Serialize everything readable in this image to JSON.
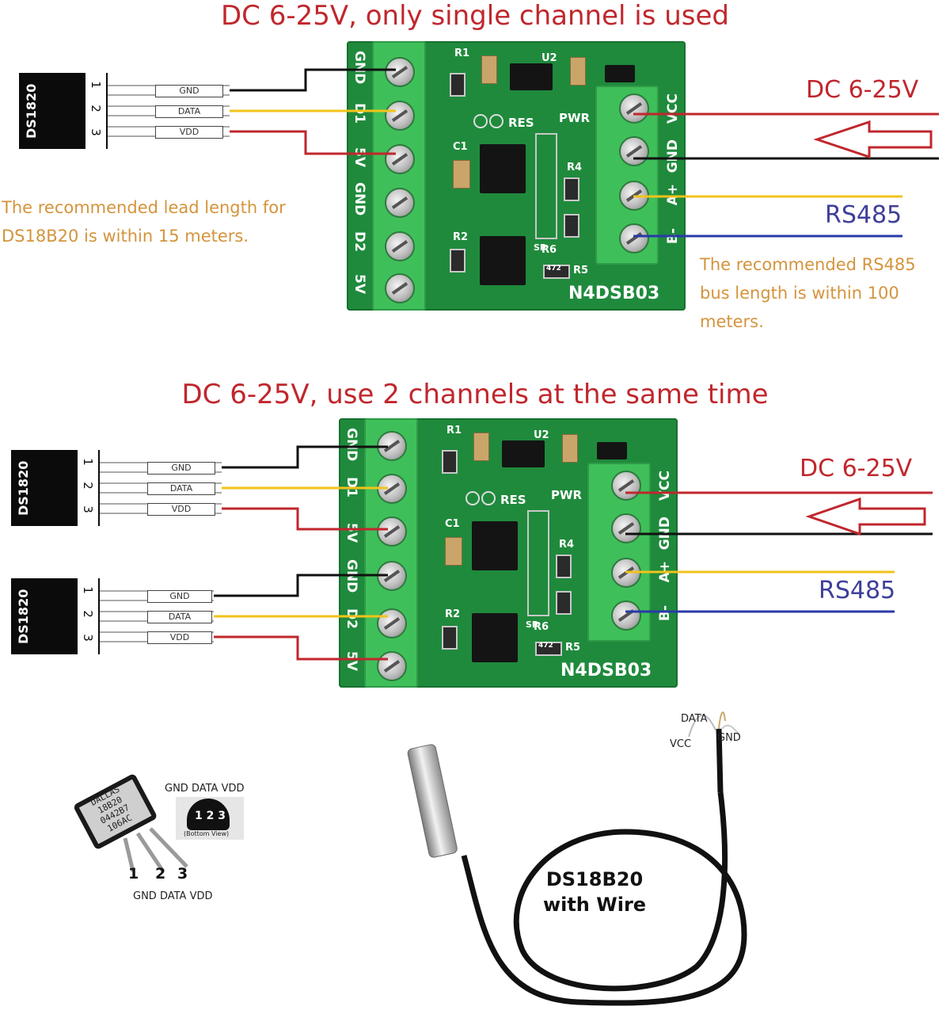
{
  "top": {
    "title": "DC 6-25V, only single channel is used",
    "sensor_name": "DS1820",
    "pins": [
      "1",
      "2",
      "3"
    ],
    "wire_labels": [
      "GND",
      "DATA",
      "VDD"
    ],
    "left_terminals": [
      "GND",
      "D1",
      "5V",
      "GND",
      "D2",
      "5V"
    ],
    "right_terminals": [
      "VCC",
      "GND",
      "A+",
      "B-"
    ],
    "silk": [
      "R1",
      "U2",
      "RES",
      "PWR",
      "C1",
      "R4",
      "R2",
      "R6",
      "R5",
      "472",
      "SP"
    ],
    "board_name": "N4DSB03",
    "power_label": "DC 6-25V",
    "bus_label": "RS485",
    "note_left": [
      "The recommended lead length for",
      "DS18B20 is within 15 meters."
    ],
    "note_right": [
      "The recommended RS485",
      "bus length is within 100",
      "meters."
    ]
  },
  "bottom": {
    "title": "DC 6-25V, use 2 channels at the same time",
    "sensor_name": "DS1820",
    "pins": [
      "1",
      "2",
      "3"
    ],
    "wire_labels": [
      "GND",
      "DATA",
      "VDD"
    ],
    "left_terminals": [
      "GND",
      "D1",
      "5V",
      "GND",
      "D2",
      "5V"
    ],
    "right_terminals": [
      "VCC",
      "GND",
      "A+",
      "B-"
    ],
    "silk": [
      "R1",
      "U2",
      "RES",
      "PWR",
      "C1",
      "R4",
      "R2",
      "R6",
      "R5",
      "472",
      "SP"
    ],
    "board_name": "N4DSB03",
    "power_label": "DC 6-25V",
    "bus_label": "RS485"
  },
  "chip": {
    "marking": [
      "DALLAS",
      "18B20",
      "0442B7",
      "106AC"
    ],
    "top_pin_names": "GND DATA VDD",
    "bottom_view_pins": "1 2 3",
    "bottom_view_label": "(Bottom View)",
    "pin_numbers": [
      "1",
      "2",
      "3"
    ],
    "bottom_pin_names": "GND DATA VDD"
  },
  "probe": {
    "wire_labels": [
      "DATA",
      "VCC",
      "GND"
    ],
    "caption_line1": "DS18B20",
    "caption_line2": "with Wire"
  },
  "colors": {
    "title_red": "#c0272d",
    "note_orange": "#d4943c",
    "rs485_blue": "#3f3f9a",
    "board_green": "#1f8a3c",
    "terminal_green": "#3fbf5a",
    "wire_black": "#111111",
    "wire_yellow": "#f2c31b",
    "wire_red": "#c0272d",
    "wire_blue": "#2a3aa8"
  }
}
